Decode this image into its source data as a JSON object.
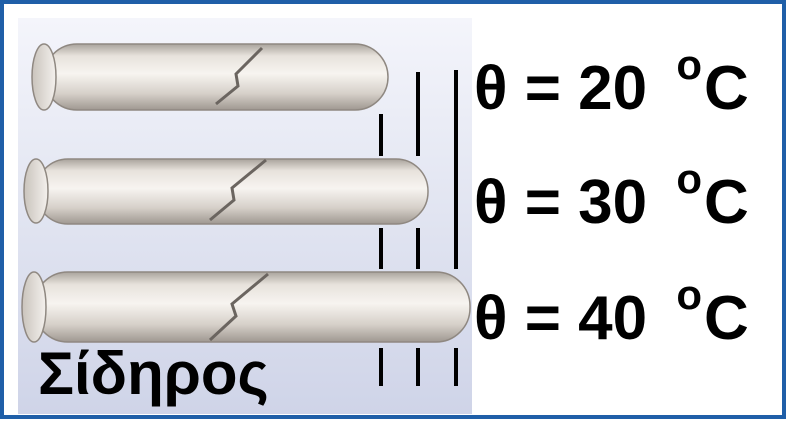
{
  "rods": [
    {
      "label": "θ = 20 ",
      "degree": "o",
      "unit": "C",
      "relative_length": 1.0
    },
    {
      "label": "θ = 30 ",
      "degree": "o",
      "unit": "C",
      "relative_length": 1.1
    },
    {
      "label": "θ = 40 ",
      "degree": "o",
      "unit": "C",
      "relative_length": 1.2
    }
  ],
  "material": "Σίδηρος",
  "colors": {
    "frame": "#1f5fa8",
    "rod_light": "#f3efea",
    "rod_dark": "#b9b2ab",
    "marker": "#000000"
  }
}
